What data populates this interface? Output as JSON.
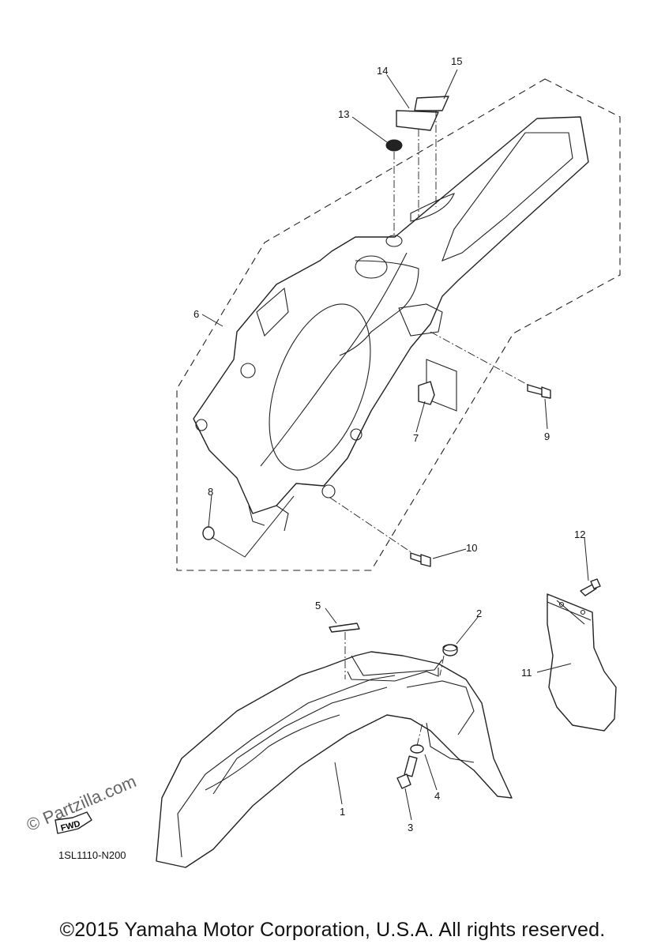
{
  "diagram": {
    "code": "1SL1110-N200",
    "copyright": "©2015 Yamaha Motor Corporation, U.S.A. All rights reserved.",
    "watermark": "© Partzilla.com",
    "fwd_label": "FWD",
    "callouts": [
      "1",
      "2",
      "3",
      "4",
      "5",
      "6",
      "7",
      "8",
      "9",
      "10",
      "11",
      "12",
      "13",
      "14",
      "15"
    ]
  }
}
